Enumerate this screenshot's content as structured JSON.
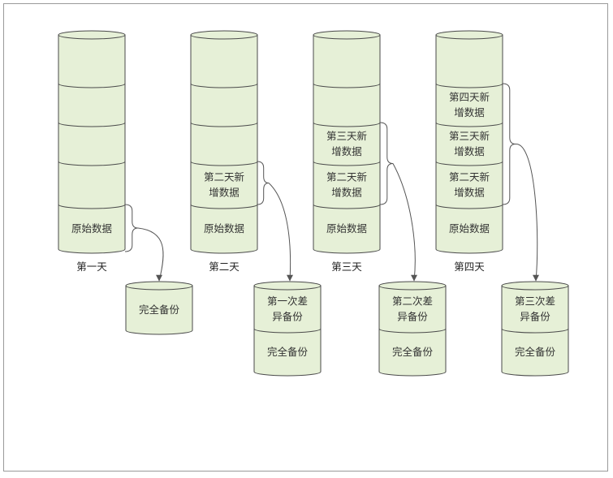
{
  "diagram": {
    "colors": {
      "cylinder_fill": "#e6f0d7",
      "cylinder_stroke": "#4a4a4a",
      "connector": "#555555",
      "text": "#333333",
      "frame": "#9a9a9a"
    },
    "days": [
      {
        "label": "第一天",
        "segments": [
          "",
          "",
          "",
          "",
          "原始数据"
        ]
      },
      {
        "label": "第二天",
        "segments": [
          "",
          "",
          "",
          "第二天新\n增数据",
          "原始数据"
        ]
      },
      {
        "label": "第三天",
        "segments": [
          "",
          "",
          "第三天新\n增数据",
          "第二天新\n增数据",
          "原始数据"
        ]
      },
      {
        "label": "第四天",
        "segments": [
          "",
          "第四天新\n增数据",
          "第三天新\n增数据",
          "第二天新\n增数据",
          "原始数据"
        ]
      }
    ],
    "backups": [
      {
        "segments": [
          "完全备份"
        ]
      },
      {
        "segments": [
          "第一次差\n异备份",
          "完全备份"
        ]
      },
      {
        "segments": [
          "第二次差\n异备份",
          "完全备份"
        ]
      },
      {
        "segments": [
          "第三次差\n异备份",
          "完全备份"
        ]
      }
    ]
  }
}
